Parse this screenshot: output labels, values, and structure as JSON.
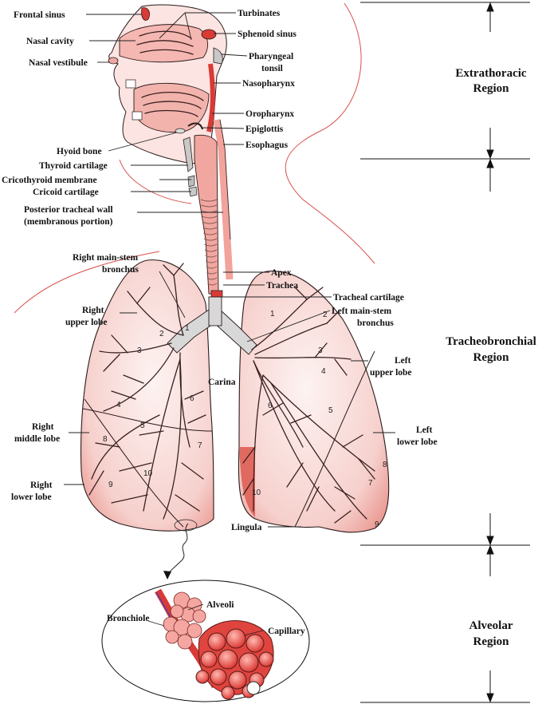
{
  "labels": {
    "frontal_sinus": "Frontal sinus",
    "nasal_cavity": "Nasal cavity",
    "nasal_vestibule": "Nasal vestibule",
    "turbinates": "Turbinates",
    "sphenoid_sinus": "Sphenoid sinus",
    "pharyngeal_tonsil_1": "Pharyngeal",
    "pharyngeal_tonsil_2": "tonsil",
    "nasopharynx": "Nasopharynx",
    "oropharynx": "Oropharynx",
    "epiglottis": "Epiglottis",
    "esophagus": "Esophagus",
    "hyoid_bone": "Hyoid bone",
    "thyroid_cartilage": "Thyroid cartilage",
    "cricothyroid_membrane": "Cricothyroid membrane",
    "cricoid_cartilage": "Cricoid cartilage",
    "posterior_tracheal_wall_1": "Posterior tracheal wall",
    "posterior_tracheal_wall_2": "(membranous portion)",
    "right_main_stem_1": "Right main-stem",
    "right_main_stem_2": "bronchus",
    "apex": "Apex",
    "trachea": "Trachea",
    "tracheal_cartilage": "Tracheal cartilage",
    "left_main_stem_1": "Left main-stem",
    "left_main_stem_2": "bronchus",
    "right_upper_lobe_1": "Right",
    "right_upper_lobe_2": "upper lobe",
    "left_upper_lobe_1": "Left",
    "left_upper_lobe_2": "upper lobe",
    "carina": "Carina",
    "right_middle_lobe_1": "Right",
    "right_middle_lobe_2": "middle lobe",
    "left_lower_lobe_1": "Left",
    "left_lower_lobe_2": "lower lobe",
    "right_lower_lobe_1": "Right",
    "right_lower_lobe_2": "lower lobe",
    "lingula": "Lingula",
    "alveoli": "Alveoli",
    "bronchiole": "Bronchiole",
    "capillary": "Capillary"
  },
  "regions": {
    "extrathoracic_1": "Extrathoracic",
    "extrathoracic_2": "Region",
    "tracheobronchial_1": "Tracheobronchial",
    "tracheobronchial_2": "Region",
    "alveolar_1": "Alveolar",
    "alveolar_2": "Region"
  },
  "segments": {
    "right": [
      "1",
      "2",
      "3",
      "4",
      "5",
      "6",
      "7",
      "8",
      "9",
      "10"
    ],
    "left": [
      "1",
      "2",
      "3",
      "4",
      "5",
      "6",
      "7",
      "8",
      "9",
      "10"
    ]
  },
  "colors": {
    "lung_fill": "#f4c4c0",
    "lung_edge": "#e98f88",
    "tissue_red": "#d93a36",
    "outline": "#2a1a1a"
  }
}
